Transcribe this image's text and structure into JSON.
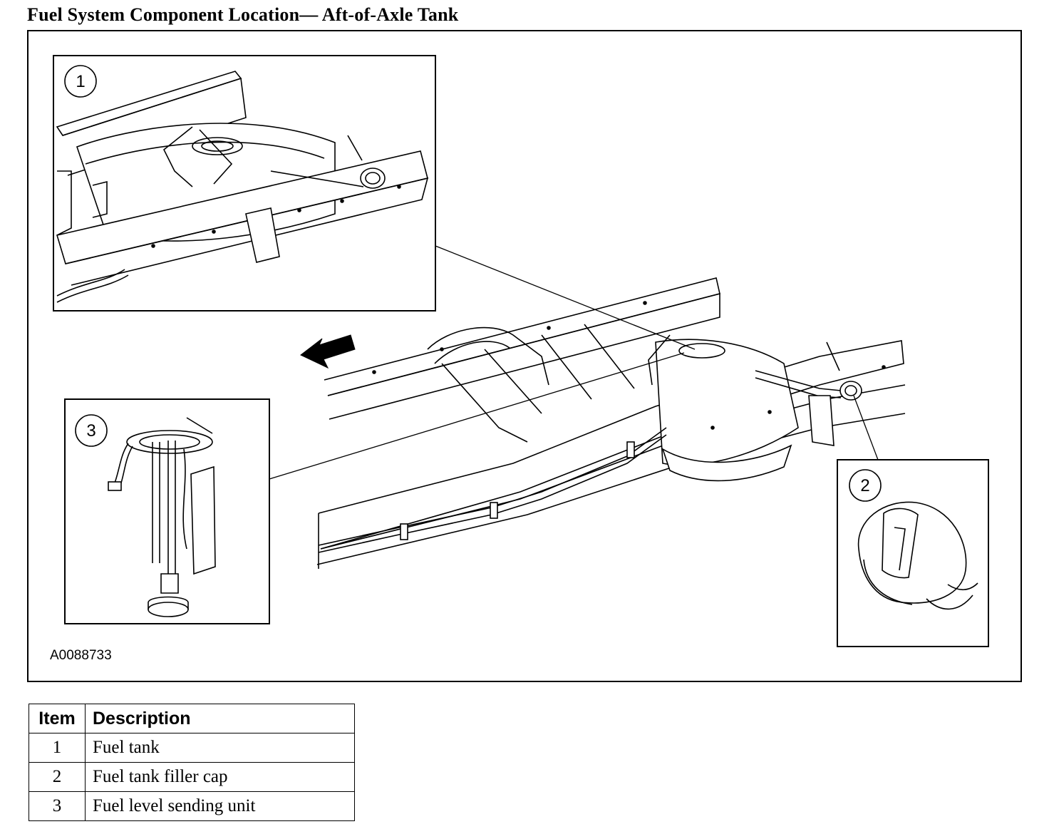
{
  "title": "Fuel System Component Location— Aft-of-Axle Tank",
  "figure": {
    "id_label": "A0088733",
    "callouts": [
      {
        "number": "1"
      },
      {
        "number": "2"
      },
      {
        "number": "3"
      }
    ]
  },
  "legend": {
    "headers": {
      "item": "Item",
      "description": "Description"
    },
    "rows": [
      {
        "item": "1",
        "description": "Fuel tank"
      },
      {
        "item": "2",
        "description": "Fuel tank filler cap"
      },
      {
        "item": "3",
        "description": "Fuel level sending unit"
      }
    ]
  }
}
